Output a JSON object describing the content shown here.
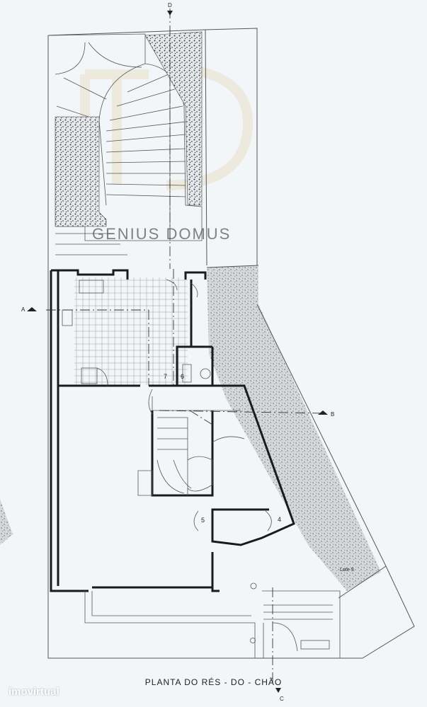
{
  "drawing": {
    "title": "PLANTA DO RÉS - DO - CHÃO",
    "lot_label": "Lote 9",
    "section_marks": {
      "a": "A",
      "b": "B",
      "c": "C",
      "d": "D"
    },
    "room_numbers": {
      "r4": "4",
      "r5": "5",
      "r6": "6",
      "r7": "7"
    }
  },
  "watermark": {
    "site": "imovirtual",
    "brand": "GENIUS DOMUS"
  },
  "colors": {
    "paper": "#f3f6f8",
    "wall": "#1b1b1b",
    "line": "#555555",
    "hatch": "#8a8e92",
    "logo": "#e9dfc8"
  }
}
